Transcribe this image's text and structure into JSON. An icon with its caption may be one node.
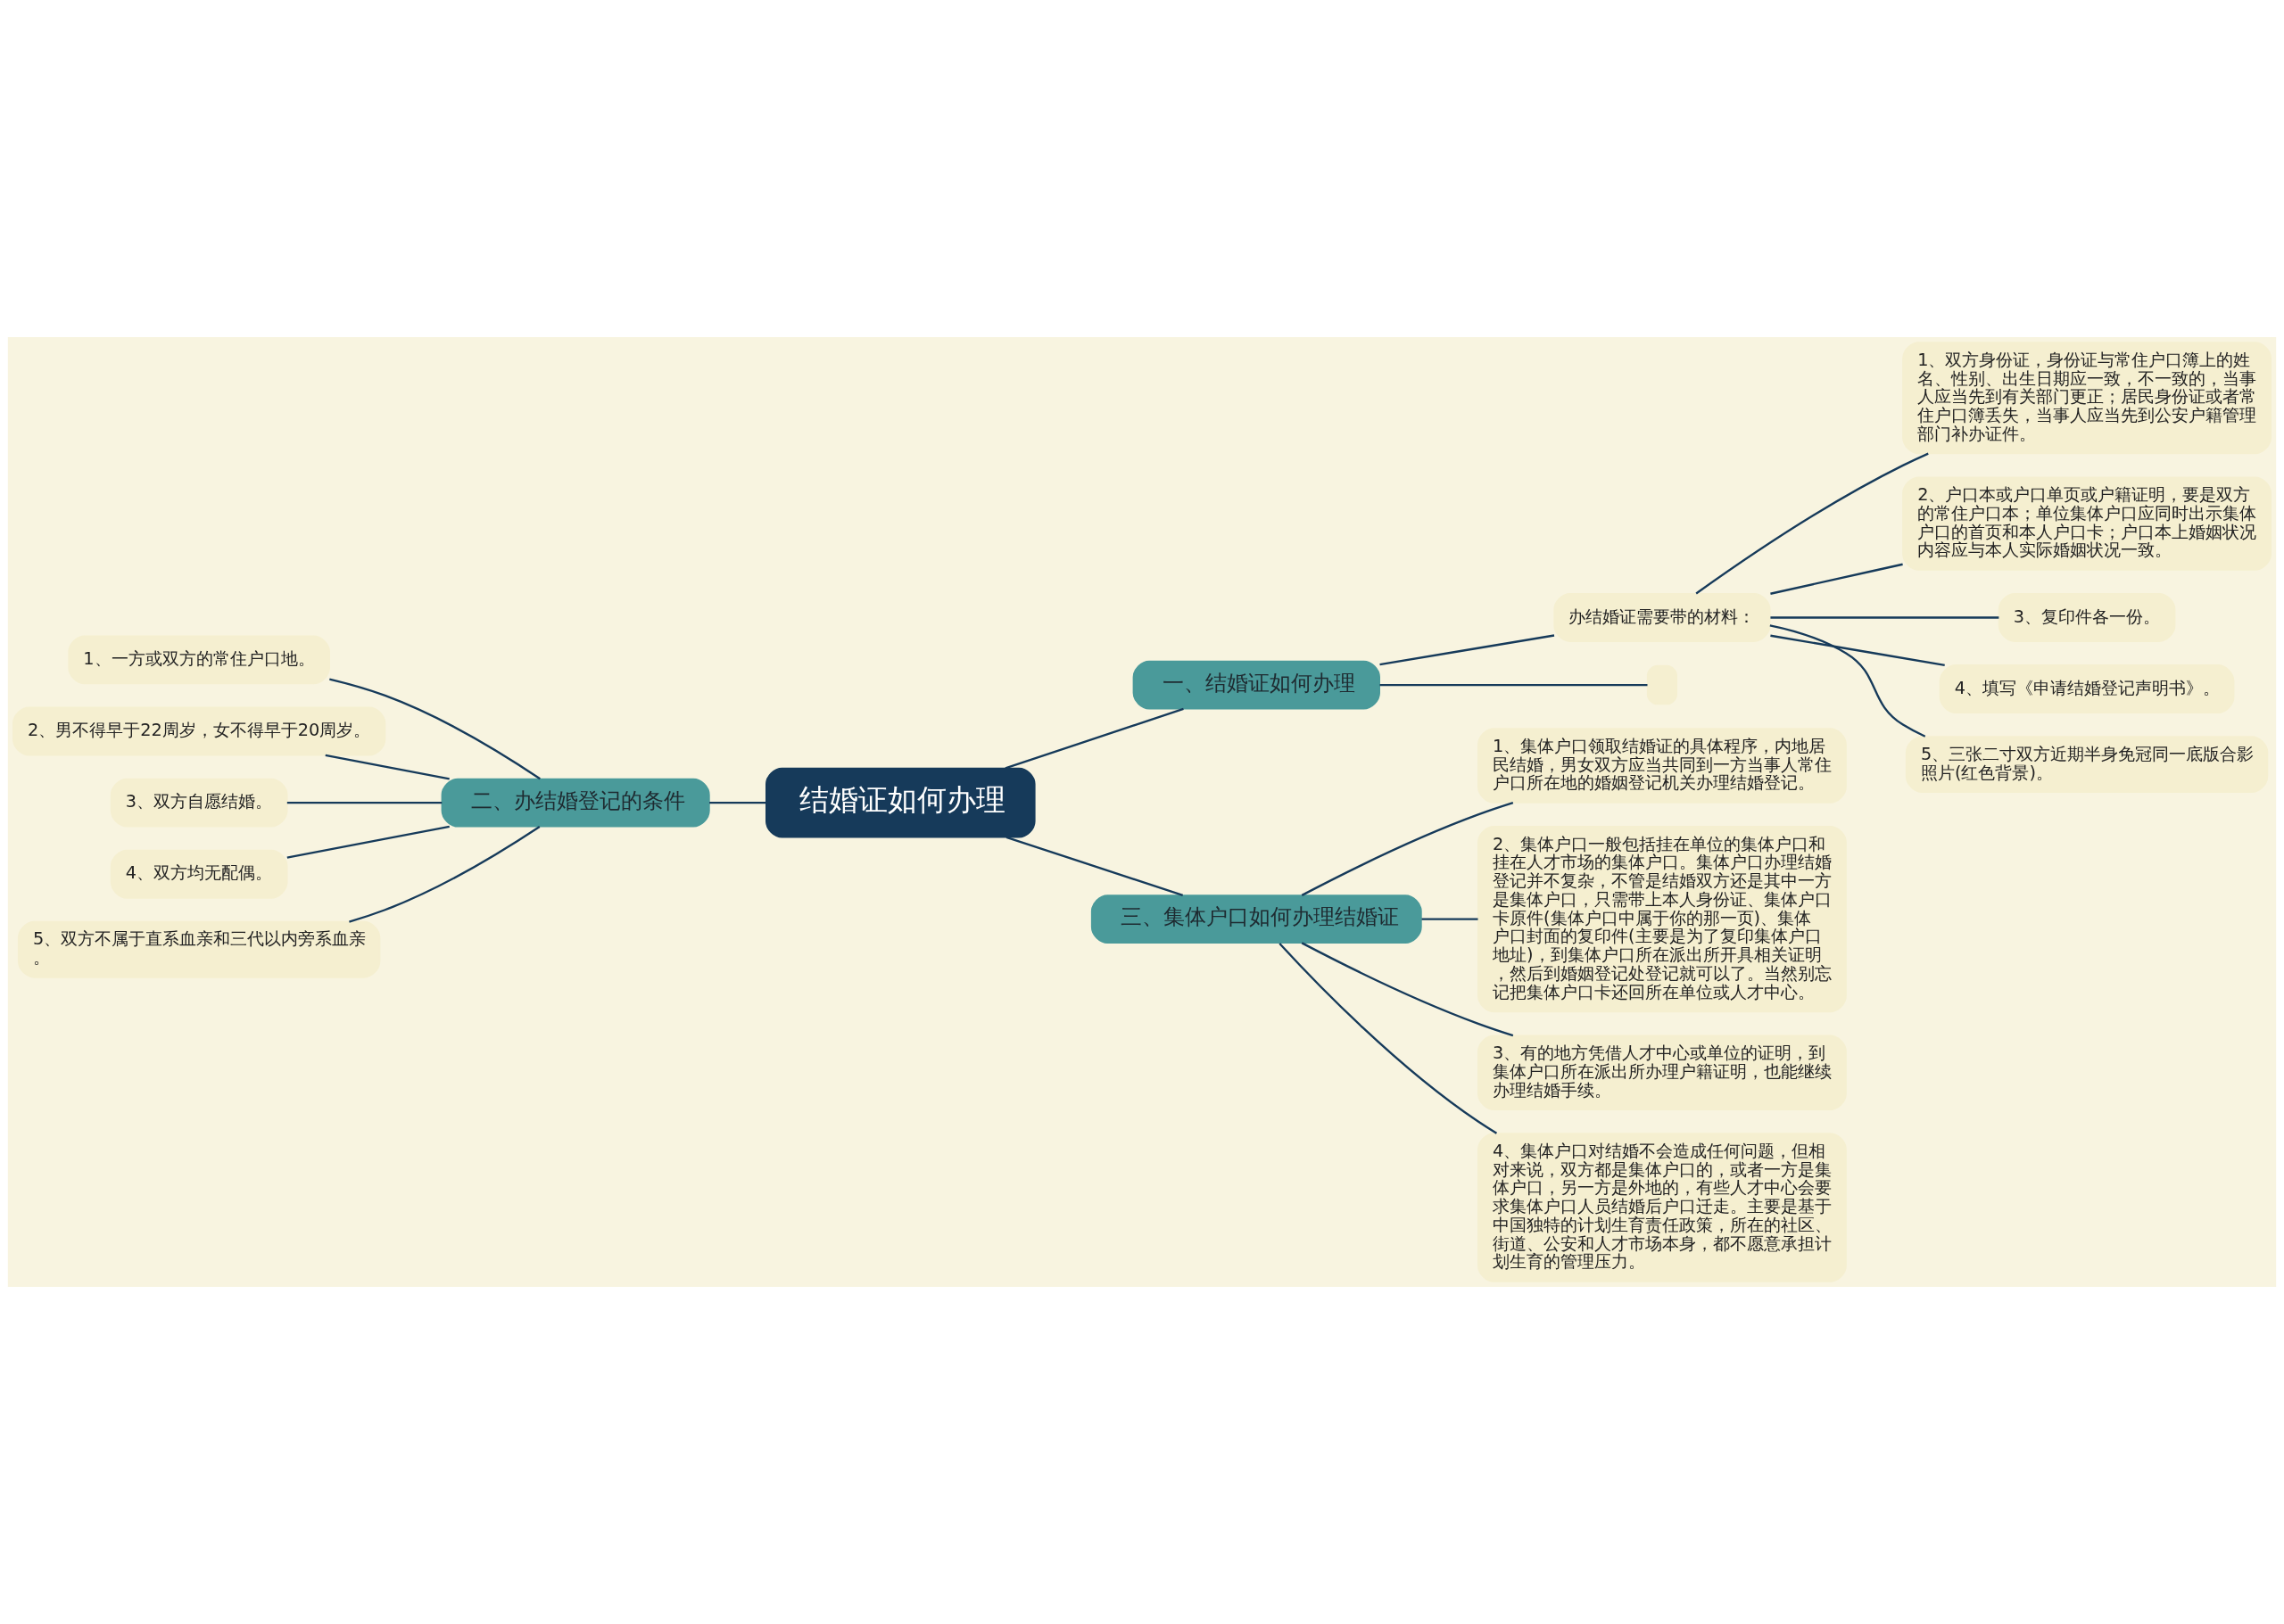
{
  "diagram": {
    "nodes": [
      {
        "text": [
          "结婚证如何办理"
        ]
      },
      {
        "text": [
          "一、结婚证如何办理"
        ]
      },
      {
        "text": [
          "办结婚证需要带的材料："
        ]
      },
      {
        "text": [
          "1、双方身份证，身份证与常住户口簿上的姓名、性别、出生日期应一致，不一致的，当事人应当先到有关部门更正；居民身份证或者常住户口簿丢失，当事人应当先到公安户籍管理部门补办证件。"
        ]
      },
      {
        "text": [
          "2、户口本或户口单页或户籍证明，要是双方的常住户口本；单位集体户口应同时出示集体户口的首页和本人户口卡；户口本上婚姻状况内容应与本人实际婚姻状况一致。"
        ]
      },
      {
        "text": [
          "3、复印件各一份。"
        ]
      },
      {
        "text": [
          "4、填写《申请结婚登记声明书》。"
        ]
      },
      {
        "text": [
          "5、三张二寸双方近期半身免冠同一底版合影照片(红色背景)。"
        ]
      },
      {
        "text": [],
        "shape": "box"
      },
      {
        "text": [
          "二、办结婚登记的条件"
        ]
      },
      {
        "text": [
          "1、一方或双方的常住户口地。"
        ]
      },
      {
        "text": [
          "2、男不得早于22周岁，女不得早于20周岁。"
        ]
      },
      {
        "text": [
          "3、双方自愿结婚。"
        ]
      },
      {
        "text": [
          "4、双方均无配偶。"
        ]
      },
      {
        "text": [
          "5、双方不属于直系血亲和三代以内旁系血亲。"
        ]
      },
      {
        "text": [
          "三、集体户口如何办理结婚证"
        ]
      },
      {
        "text": [
          "1、集体户口领取结婚证的具体程序，内地居民结婚，男女双方应当共同到一方当事人常住户口所在地的婚姻登记机关办理结婚登记。"
        ]
      },
      {
        "text": [
          "2、集体户口一般包括挂在单位的集体户口和挂在人才市场的集体户口。集体户口办理结婚登记并不复杂，不管是结婚双方还是其中一方是集体户口，只需带上本人身份证、集体户口卡原件(集体户口中属于你的那一页)、集体户口封面的复印件(主要是为了复印集体户口地址)，到集体户口所在派出所开具相关证明，然后到婚姻登记处登记就可以了。当然别忘记把集体户口卡还回所在单位或人才中心。"
        ]
      },
      {
        "text": [
          "3、有的地方凭借人才中心或单位的证明，到集体户口所在派出所办理户籍证明，也能继续办理结婚手续。"
        ]
      },
      {
        "text": [
          "4、集体户口对结婚不会造成任何问题，但相对来说，双方都是集体户口的，或者一方是集体户口，另一方是外地的，有些人才中心会要求集体户口人员结婚后户口迁走。主要是基于中国独特的计划生育责任政策，所在的社区、街道、公安和人才市场本身，都不愿意承担计划生育的管理压力。"
        ]
      }
    ],
    "edges": [
      {
        "from": 0,
        "to": 1,
        "arrow": "none"
      },
      {
        "from": 1,
        "to": 2,
        "arrow": "none"
      },
      {
        "from": 2,
        "to": 3,
        "arrow": "none"
      },
      {
        "from": 2,
        "to": 4,
        "arrow": "none"
      },
      {
        "from": 2,
        "to": 5,
        "arrow": "none"
      },
      {
        "from": 2,
        "to": 6,
        "arrow": "none"
      },
      {
        "from": 2,
        "to": 7,
        "arrow": "none"
      },
      {
        "from": 1,
        "to": 8,
        "arrow": "none"
      },
      {
        "from": 9,
        "to": 0,
        "arrow": "none"
      },
      {
        "from": 10,
        "to": 9,
        "arrow": "none"
      },
      {
        "from": 11,
        "to": 9,
        "arrow": "none"
      },
      {
        "from": 12,
        "to": 9,
        "arrow": "none"
      },
      {
        "from": 13,
        "to": 9,
        "arrow": "none"
      },
      {
        "from": 14,
        "to": 9,
        "arrow": "none"
      },
      {
        "from": 0,
        "to": 15,
        "arrow": "none"
      },
      {
        "from": 15,
        "to": 16,
        "arrow": "none"
      },
      {
        "from": 15,
        "to": 17,
        "arrow": "none"
      },
      {
        "from": 15,
        "to": 18,
        "arrow": "none"
      },
      {
        "from": 15,
        "to": 19,
        "arrow": "none"
      }
    ]
  }
}
